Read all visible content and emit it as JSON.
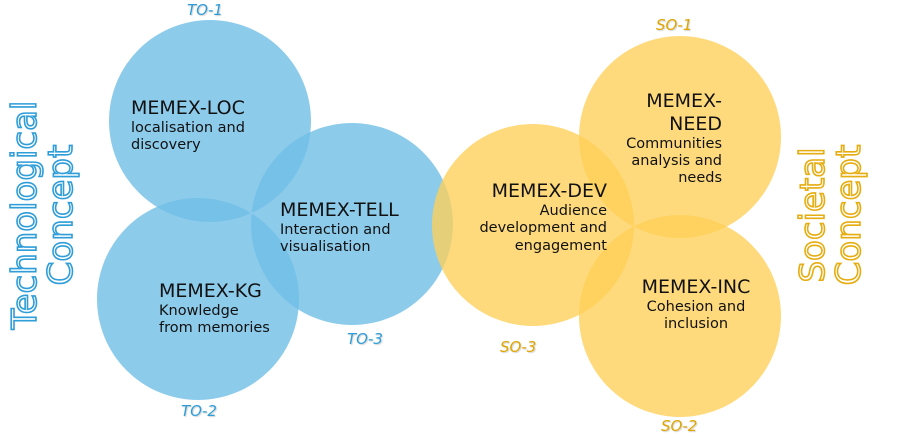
{
  "diagram": {
    "colors": {
      "technological": "#2f9dd8",
      "technological_fill": "#8ecdea",
      "societal": "#e6ad10",
      "societal_fill": "#ffd97a",
      "text": "#111111"
    },
    "side_labels": {
      "technological": [
        "Technological",
        "Concept"
      ],
      "societal": [
        "Societal",
        "Concept"
      ]
    },
    "circles": [
      {
        "id": "TO-1",
        "tag": "TO-1",
        "group": "technological",
        "title": "MEMEX-LOC",
        "subtitle_lines": [
          "localisation and",
          "discovery"
        ]
      },
      {
        "id": "TO-2",
        "tag": "TO-2",
        "group": "technological",
        "title": "MEMEX-KG",
        "subtitle_lines": [
          "Knowledge",
          "from memories"
        ]
      },
      {
        "id": "TO-3",
        "tag": "TO-3",
        "group": "technological",
        "title": "MEMEX-TELL",
        "subtitle_lines": [
          "Interaction and",
          "visualisation"
        ]
      },
      {
        "id": "SO-3",
        "tag": "SO-3",
        "group": "societal",
        "title": "MEMEX-DEV",
        "subtitle_lines": [
          "Audience",
          "development and",
          "engagement"
        ]
      },
      {
        "id": "SO-1",
        "tag": "SO-1",
        "group": "societal",
        "title_lines": [
          "MEMEX-",
          "NEED"
        ],
        "subtitle_lines": [
          "Communities",
          "analysis and",
          "needs"
        ]
      },
      {
        "id": "SO-2",
        "tag": "SO-2",
        "group": "societal",
        "title": "MEMEX-INC",
        "subtitle_lines": [
          "Cohesion and",
          "inclusion"
        ]
      }
    ]
  }
}
